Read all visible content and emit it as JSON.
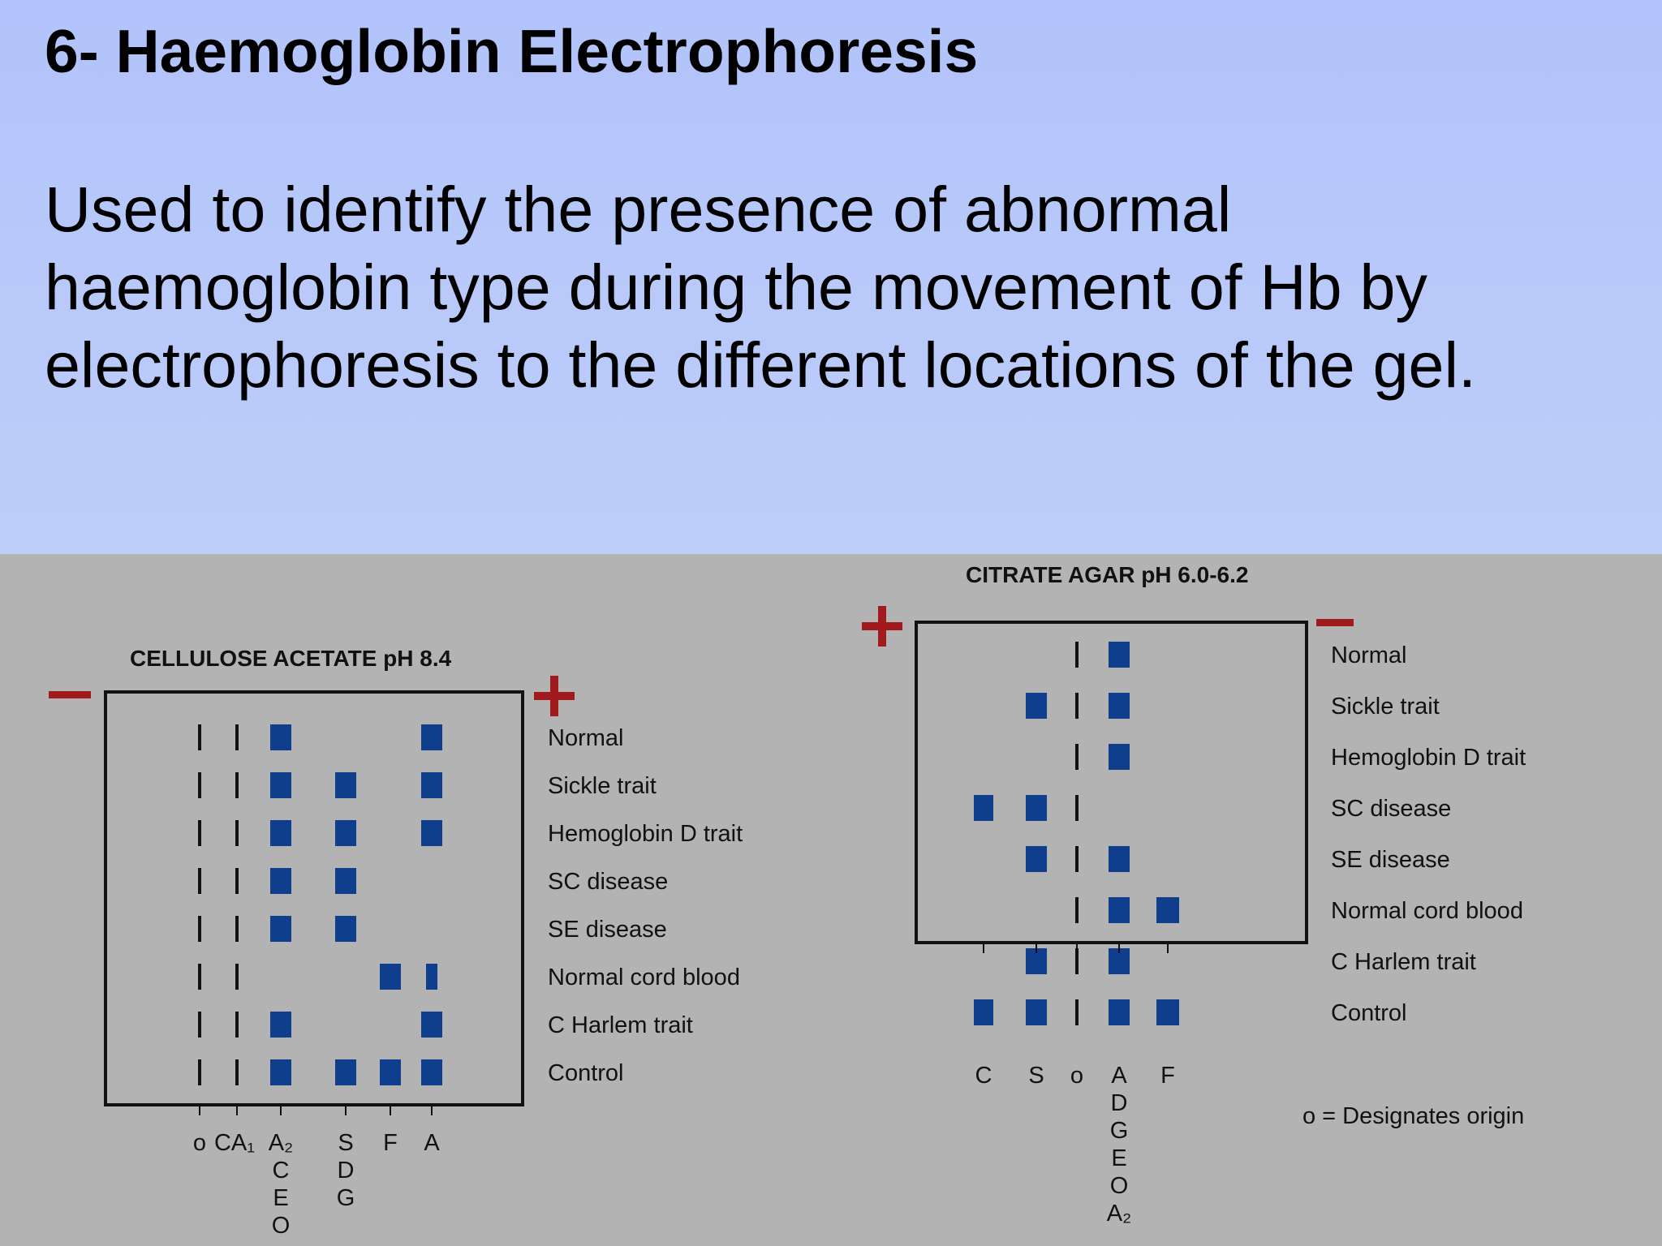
{
  "slide": {
    "title": "6- Haemoglobin Electrophoresis",
    "body_lines": [
      "Used to identify the presence of abnormal",
      "haemoglobin type during the movement of Hb by",
      "electrophoresis to the different locations of the gel."
    ]
  },
  "figure": {
    "colors": {
      "band": "#0f3f8c",
      "polarity": "#a01a1e",
      "text": "#111111"
    },
    "cellulose_acetate": {
      "title": "CELLULOSE ACETATE pH 8.4",
      "left_polarity": "−",
      "right_polarity": "+",
      "rows": [
        "Normal",
        "Sickle trait",
        "Hemoglobin D trait",
        "SC disease",
        "SE disease",
        "Normal cord blood",
        "C Harlem trait",
        "Control"
      ],
      "columns": [
        {
          "id": "o",
          "lines": [
            "o"
          ]
        },
        {
          "id": "CA1",
          "lines": [
            "CA₁"
          ]
        },
        {
          "id": "A2CEO",
          "lines": [
            "A₂",
            "C",
            "E",
            "O"
          ]
        },
        {
          "id": "SDG",
          "lines": [
            "S",
            "D",
            "G"
          ]
        },
        {
          "id": "F",
          "lines": [
            "F"
          ]
        },
        {
          "id": "A",
          "lines": [
            "A"
          ]
        }
      ],
      "bands": [
        [
          "o",
          "CA1",
          "A2CEO",
          "A"
        ],
        [
          "o",
          "CA1",
          "A2CEO",
          "SDG",
          "A"
        ],
        [
          "o",
          "CA1",
          "A2CEO",
          "SDG",
          "A"
        ],
        [
          "o",
          "CA1",
          "A2CEO",
          "SDG"
        ],
        [
          "o",
          "CA1",
          "A2CEO",
          "SDG"
        ],
        [
          "o",
          "CA1",
          "F",
          "A"
        ],
        [
          "o",
          "CA1",
          "A2CEO",
          "A"
        ],
        [
          "o",
          "CA1",
          "A2CEO",
          "SDG",
          "F",
          "A"
        ]
      ]
    },
    "citrate_agar": {
      "title": "CITRATE AGAR pH 6.0-6.2",
      "left_polarity": "+",
      "right_polarity": "−",
      "rows": [
        "Normal",
        "Sickle trait",
        "Hemoglobin D trait",
        "SC disease",
        "SE disease",
        "Normal cord blood",
        "C Harlem trait",
        "Control"
      ],
      "columns": [
        {
          "id": "C",
          "lines": [
            "C"
          ]
        },
        {
          "id": "S",
          "lines": [
            "S"
          ]
        },
        {
          "id": "o",
          "lines": [
            "o"
          ]
        },
        {
          "id": "A",
          "lines": [
            "A",
            "D",
            "G",
            "E",
            "O",
            "A₂"
          ]
        },
        {
          "id": "F",
          "lines": [
            "F"
          ]
        }
      ],
      "bands": [
        [
          "o",
          "A"
        ],
        [
          "S",
          "o",
          "A"
        ],
        [
          "o",
          "A"
        ],
        [
          "C",
          "S",
          "o"
        ],
        [
          "S",
          "o",
          "A"
        ],
        [
          "o",
          "A",
          "F"
        ],
        [
          "S",
          "o",
          "A"
        ],
        [
          "C",
          "S",
          "o",
          "A",
          "F"
        ]
      ],
      "note": "o = Designates origin"
    }
  }
}
